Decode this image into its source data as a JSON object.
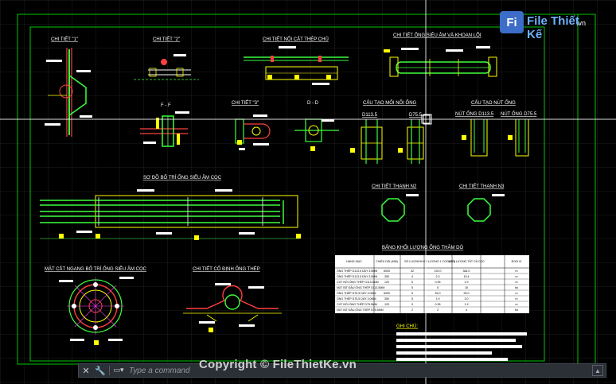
{
  "titles": {
    "chi_tiet_1": "CHI TIẾT \"1\"",
    "chi_tiet_2": "CHI TIẾT \"2\"",
    "noi_cat_thep": "CHI TIẾT NỐI CẮT THÉP CHỦ",
    "ong_sieu_am": "CHI TIẾT ỐNG SIÊU ÂM VÀ KHOAN LỖI",
    "ff": "F - F",
    "chi_tiet_3": "CHI TIẾT \"3\"",
    "dd": "D - D",
    "moi_noi": "CẤU TẠO MỐI NỐI ỐNG",
    "nut_ong": "CẤU TẠO NÚT ỐNG",
    "d1135": "D113.5",
    "d755": "D75.5",
    "nut_1135": "NÚT ỐNG D113.5",
    "nut_755": "NÚT ỐNG D75.5",
    "thanh_n2": "CHI TIẾT THANH N2",
    "thanh_n3": "CHI TIẾT THANH N3",
    "so_do": "SƠ ĐỒ BỐ TRÍ ỐNG SIÊU ÂM CỌC",
    "mat_cat": "MẶT CẮT NGANG BỐ TRÍ ỐNG SIÊU ÂM CỌC",
    "co_dinh": "CHI TIẾT CỐ ĐỊNH ỐNG THÉP",
    "bang": "BẢNG KHỐI LƯỢNG ỐNG THĂM DÒ",
    "ghi_chu": "GHI CHÚ:"
  },
  "table": {
    "headers": [
      "HẠNG MỤC",
      "CHIỀU DÀI (MM)",
      "SỐ LƯỢNG",
      "KHỐI LƯỢNG 1 CỌC (KG)",
      "KHỐI LƯỢNG TẤT CẢ CỌC",
      "ĐƠN VỊ"
    ],
    "rows": [
      [
        "ỐNG THÉP D113.5 DÀY 3.5MM",
        "6000",
        "32",
        "192.0",
        "384.0",
        "m"
      ],
      [
        "ỐNG THÉP D113.5 DÀY 3.5MM",
        "350",
        "4",
        "2.0",
        "15.4",
        "m"
      ],
      [
        "CÚT NỐI ỐNG THÉP D113.5MM",
        "120",
        "5",
        "0.95",
        "1.9",
        "m"
      ],
      [
        "NÚT BỊT ĐẦU ỐNG THÉP D113.5MM",
        "",
        "5",
        "5",
        "16",
        "bộ"
      ],
      [
        "ỐNG THÉP D75.5 DÀY 3.0MM",
        "6000",
        "5",
        "45.0",
        "95.0",
        "m"
      ],
      [
        "ỐNG THÉP D75.5 DÀY 3.0MM",
        "350",
        "5",
        "1.9",
        "3.0",
        "m"
      ],
      [
        "CÚT NỐI ỐNG THÉP D75.5MM",
        "120",
        "5",
        "0.95",
        "1.9",
        "m"
      ],
      [
        "NÚT BỊT ĐẦU ỐNG THÉP D75.5MM",
        "",
        "2",
        "2",
        "4",
        "bộ"
      ]
    ]
  },
  "command_line": {
    "placeholder": "Type a command",
    "close_icon": "close-icon",
    "settings_icon": "wrench-icon",
    "prompt_icon": "command-prompt-icon",
    "expand_icon": "chevron-up-icon"
  },
  "watermark": "Copyright © FileThietKe.vn",
  "logo": {
    "mark": "Fi",
    "name": "File Thiết Kế",
    "domain": ".vn"
  },
  "colors": {
    "background": "#000000",
    "frame": "#00c800",
    "drawing_green": "#3cff3c",
    "yellow": "#ffff00",
    "cyan": "#00ffff",
    "red": "#ff2020",
    "magenta": "#ff40ff",
    "grid": "#202020",
    "crosshair": "#ffffff"
  }
}
